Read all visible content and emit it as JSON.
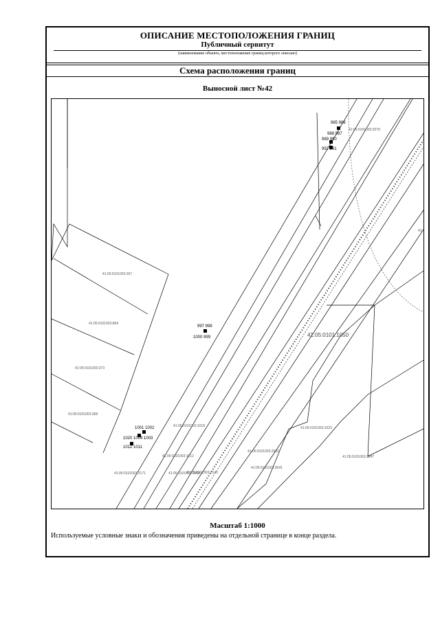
{
  "header": {
    "title": "ОПИСАНИЕ МЕСТОПОЛОЖЕНИЯ ГРАНИЦ",
    "object": "Публичный сервитут",
    "note": "(наименование объекта, местоположение границ которого описано)"
  },
  "section_title": "Схема расположения границ",
  "sheet_title": "Выносной лист №42",
  "map": {
    "point_labels": {
      "p1_top": "985 986",
      "p1_bottom": "988 987",
      "p2_top": "989 990",
      "p2_bottom": "992 991",
      "p3_top": "997 998",
      "p3_bottom": "1000 999",
      "p4_top": "1001 1002",
      "p4_mid": "1020 1004 1003",
      "p4_bottom": "1012 1011"
    },
    "parcel_labels": {
      "a": "41:05:0101003:2079",
      "b": "41:05:0101003:367",
      "c": "41:05:0101003:894",
      "d": "41:05:0101003:373",
      "e": "41:05:0101003:368",
      "f": "41:05:0101003:1018",
      "g": "41:05:0101003:1023",
      "h": "41:05:0101003:2562",
      "i": "41:05:0101003:1612",
      "j": "41:05:0101003:3041",
      "k": "41:05:0101003:2847",
      "l": "41:05:0101003:1868",
      "m": "41:05:0101003:2171",
      "n": "41:05:0101003:2145"
    },
    "quarter_label": "41:05:0101:1050",
    "edge_label": "41"
  },
  "scale_label": "Масштаб 1:1000",
  "legend_note": "Используемые условные знаки и обозначения приведены на отдельной странице в конце раздела."
}
